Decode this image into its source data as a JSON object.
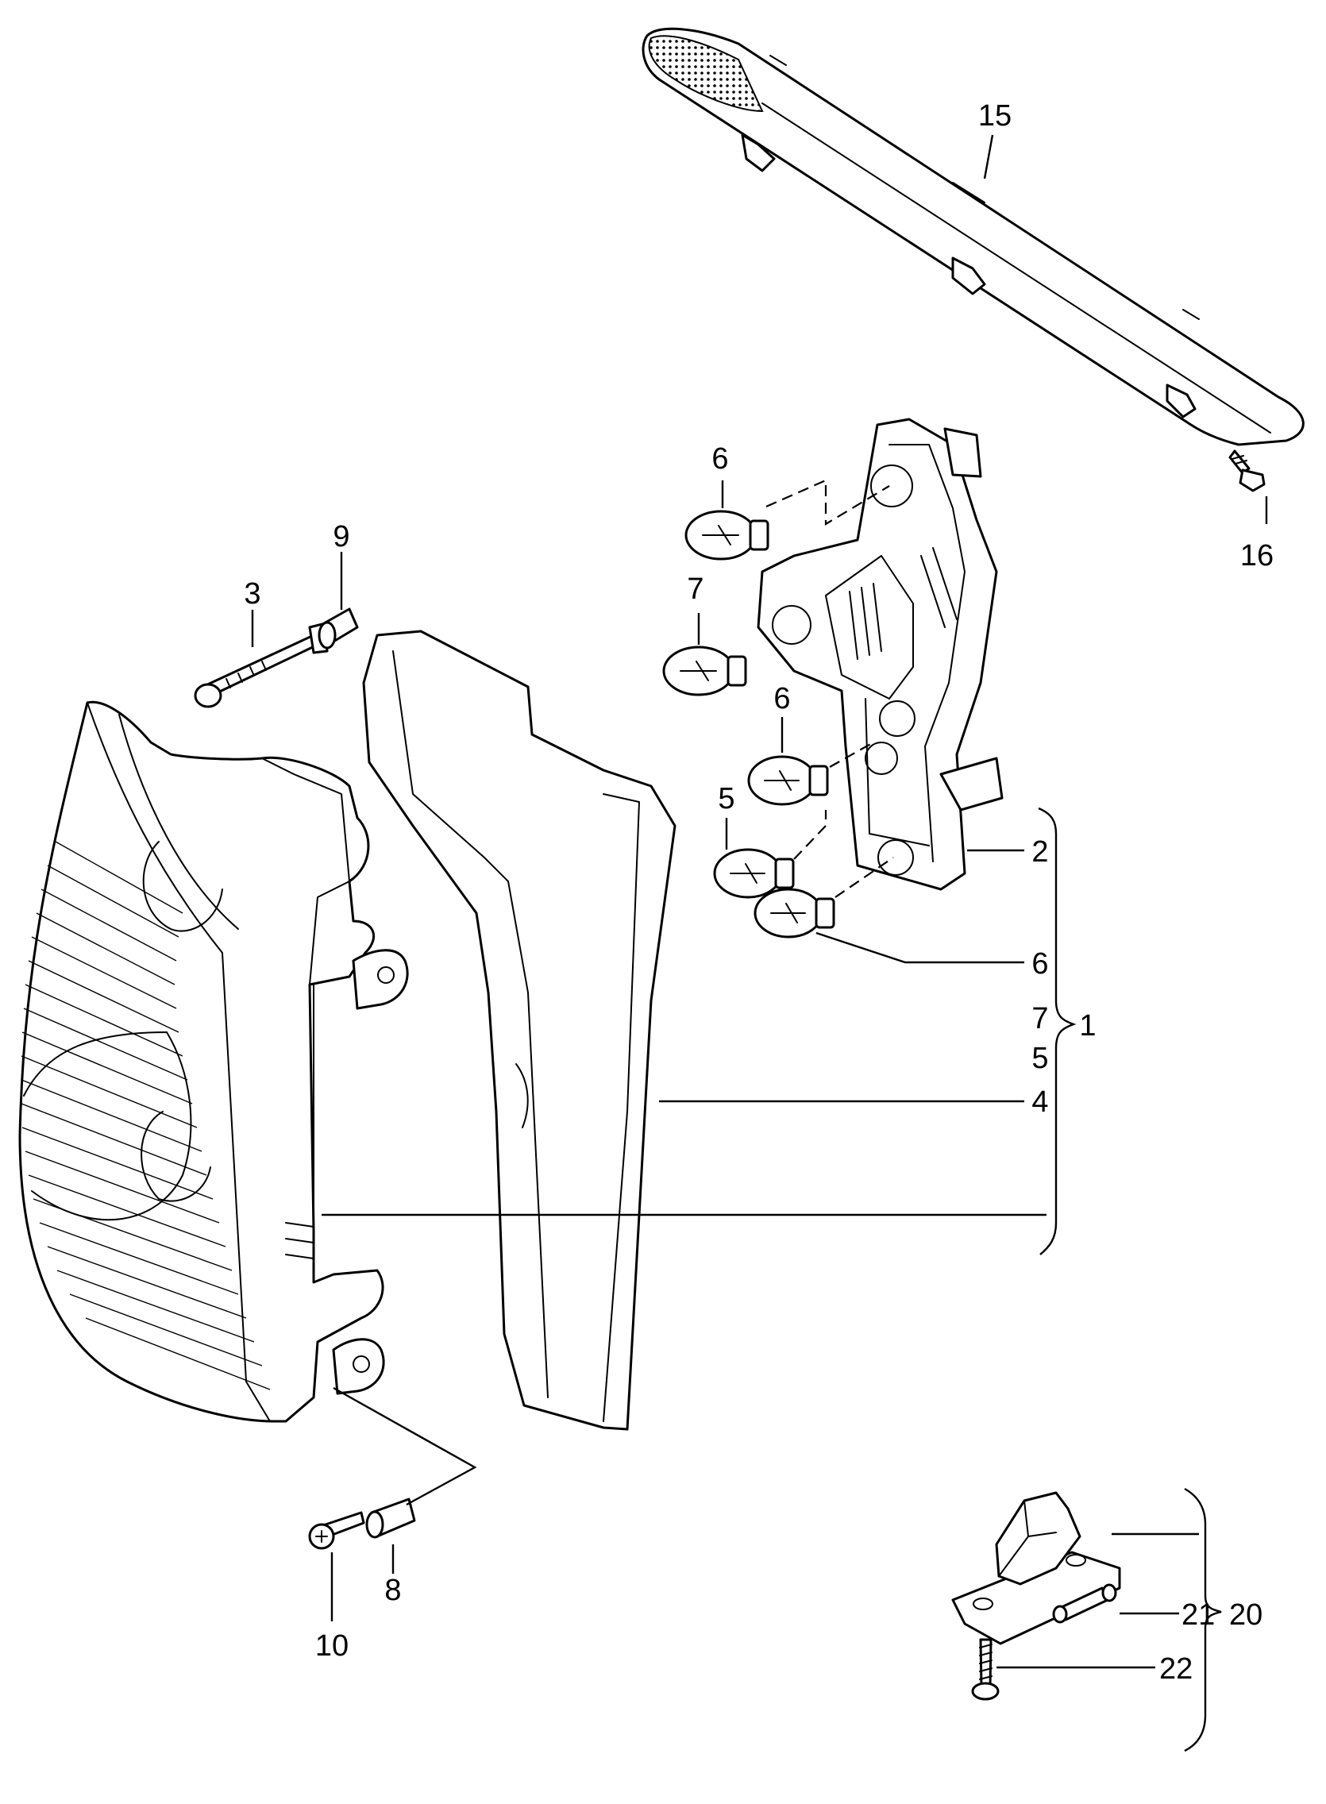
{
  "callouts": {
    "c1": "1",
    "c2": "2",
    "c3": "3",
    "c4": "4",
    "c5a": "5",
    "c5b": "5",
    "c6a": "6",
    "c6b": "6",
    "c6c": "6",
    "c7a": "7",
    "c7b": "7",
    "c8": "8",
    "c9": "9",
    "c10": "10",
    "c15": "15",
    "c16": "16",
    "c20": "20",
    "c21": "21",
    "c22": "22"
  },
  "colors": {
    "line": "#000000",
    "background": "#ffffff"
  }
}
